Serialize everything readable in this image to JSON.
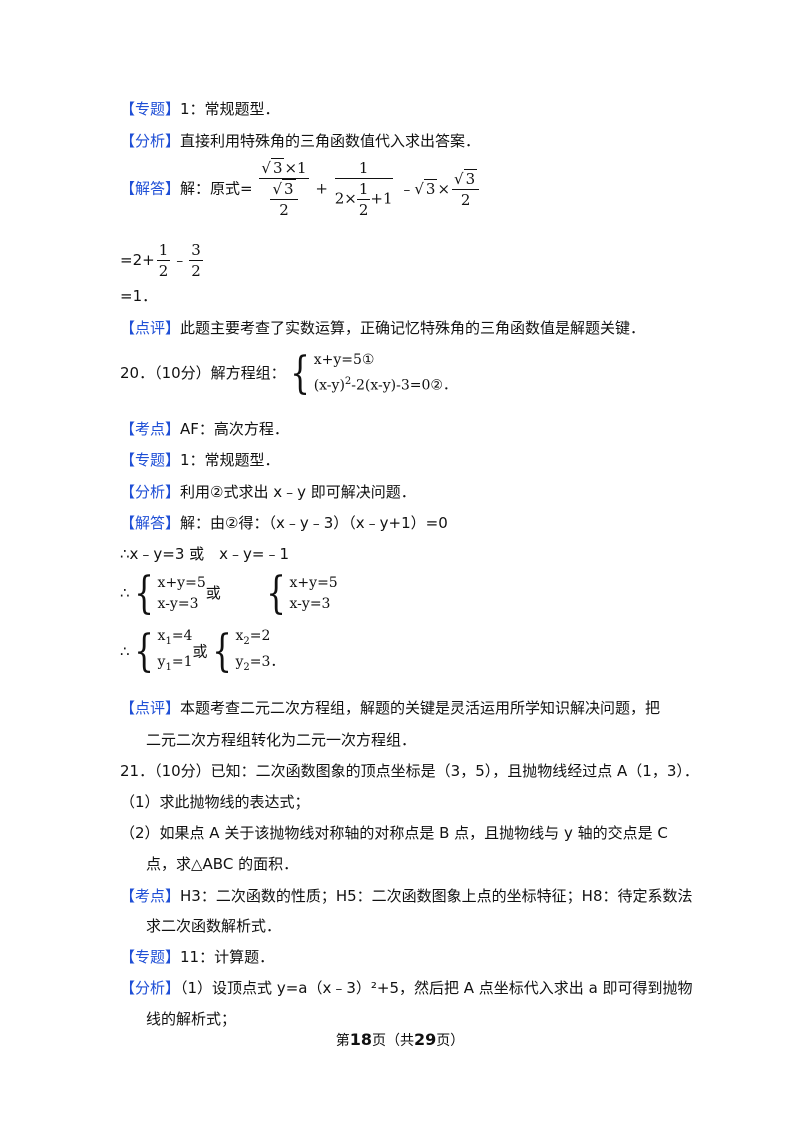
{
  "q19": {
    "zhuanti_tag": "【专题】",
    "zhuanti_text": "1：常规题型．",
    "fenxi_tag": "【分析】",
    "fenxi_text": "直接利用特殊角的三角函数值代入求出答案．",
    "jieda_tag": "【解答】",
    "jieda_prefix": "解：原式=",
    "step2": "=2+",
    "step2_b": "﹣",
    "step3": "=1．",
    "dianping_tag": "【点评】",
    "dianping_text": "此题主要考查了实数运算，正确记忆特殊角的三角函数值是解题关键．"
  },
  "q20": {
    "title": "20．（10分）解方程组：",
    "eq1": "x+y=5①",
    "eq2": "(x-y)",
    "eq2_exp": "2",
    "eq2_rest": "-2(x-y)-3=0②",
    "kaodian_tag": "【考点】",
    "kaodian_text": "AF：高次方程．",
    "zhuanti_tag": "【专题】",
    "zhuanti_text": "1：常规题型．",
    "fenxi_tag": "【分析】",
    "fenxi_text": "利用②式求出 x﹣y 即可解决问题．",
    "jieda_tag": "【解答】",
    "jieda_text": "解：由②得：（x﹣y﹣3）（x﹣y+1）=0",
    "therefore1": "∴x﹣y=3 或　x﹣y=﹣1",
    "sysA1": "x+y=5",
    "sysA2": "x-y=3",
    "or1": "或",
    "sysB1": "x+y=5",
    "sysB2": "x-y=3",
    "sol1a": "x",
    "sol1a_sub": "1",
    "sol1a_val": "=4",
    "sol1b": "y",
    "sol1b_sub": "1",
    "sol1b_val": "=1",
    "or2": "或",
    "sol2a": "x",
    "sol2a_sub": "2",
    "sol2a_val": "=2",
    "sol2b": "y",
    "sol2b_sub": "2",
    "sol2b_val": "=3",
    "dianping_tag": "【点评】",
    "dianping_text1": "本题考查二元二次方程组，解题的关键是灵活运用所学知识解决问题，把",
    "dianping_text2": "二元二次方程组转化为二元一次方程组．"
  },
  "q21": {
    "title": "21．（10分）已知：二次函数图象的顶点坐标是（3，5），且抛物线经过点 A（1，3）．",
    "part1": "（1）求此抛物线的表达式；",
    "part2a": "（2）如果点 A 关于该抛物线对称轴的对称点是 B 点，且抛物线与 y 轴的交点是 C",
    "part2b": "点，求△ABC 的面积．",
    "kaodian_tag": "【考点】",
    "kaodian_text1": "H3：二次函数的性质；H5：二次函数图象上点的坐标特征；H8：待定系数法",
    "kaodian_text2": "求二次函数解析式．",
    "zhuanti_tag": "【专题】",
    "zhuanti_text": "11：计算题．",
    "fenxi_tag": "【分析】",
    "fenxi_text1": "（1）设顶点式 y=a（x﹣3）²+5，然后把 A 点坐标代入求出 a 即可得到抛物",
    "fenxi_text2": "线的解析式；"
  },
  "footer": {
    "pre": "第",
    "page": "18",
    "mid": "页（共",
    "total": "29",
    "post": "页）"
  }
}
